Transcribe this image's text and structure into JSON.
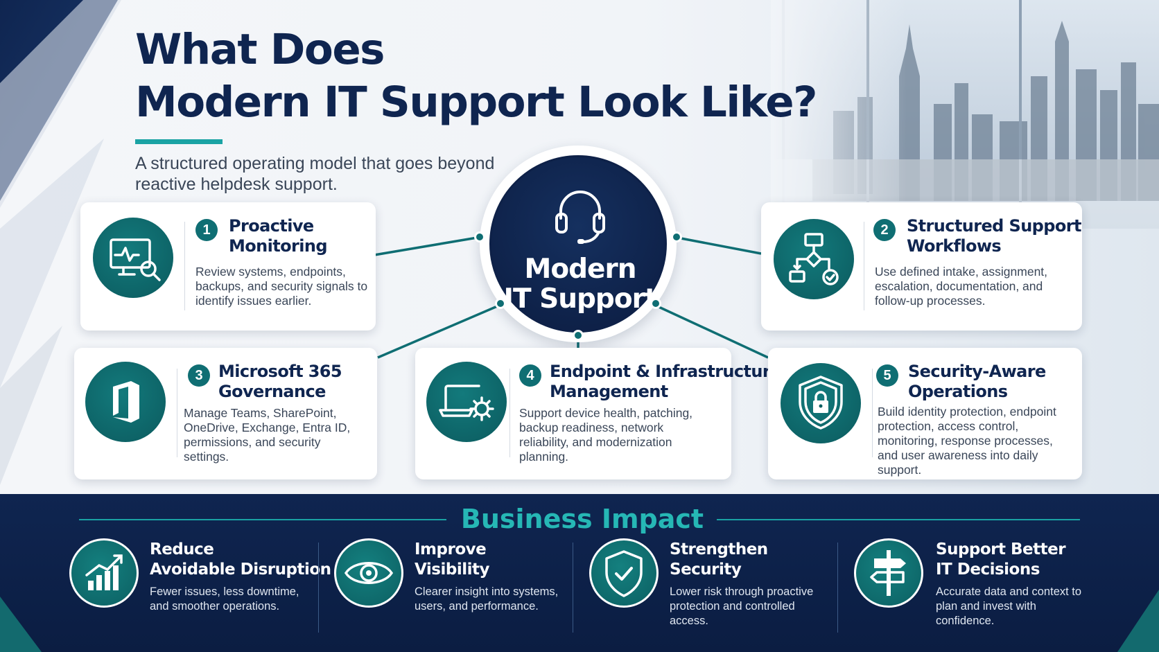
{
  "header": {
    "title_line1": "What Does",
    "title_line2": "Modern IT Support Look Like?",
    "subtitle": "A structured operating model that goes beyond reactive helpdesk support."
  },
  "hub": {
    "title": "Modern\nIT Support",
    "icon": "headset-icon"
  },
  "cards": [
    {
      "number": "1",
      "title_line1": "Proactive",
      "title_line2": "Monitoring",
      "description": "Review systems, endpoints, backups, and security signals to identify issues earlier.",
      "icon": "monitor-analytics-icon"
    },
    {
      "number": "2",
      "title_line1": "Structured Support",
      "title_line2": "Workflows",
      "description": "Use defined intake, assignment, escalation, documentation, and follow-up processes.",
      "icon": "workflow-icon"
    },
    {
      "number": "3",
      "title_line1": "Microsoft 365",
      "title_line2": "Governance",
      "description": "Manage Teams, SharePoint, OneDrive, Exchange, Entra ID, permissions, and security settings.",
      "icon": "office-icon"
    },
    {
      "number": "4",
      "title_line1": "Endpoint & Infrastructure",
      "title_line2": "Management",
      "description": "Support device health, patching, backup readiness, network reliability, and modernization planning.",
      "icon": "laptop-gear-icon"
    },
    {
      "number": "5",
      "title_line1": "Security-Aware",
      "title_line2": "Operations",
      "description": "Build identity protection, endpoint protection, access control, monitoring, response processes, and user awareness into daily support.",
      "icon": "shield-lock-icon"
    }
  ],
  "impact": {
    "title": "Business Impact",
    "items": [
      {
        "title_line1": "Reduce",
        "title_line2": "Avoidable Disruption",
        "description": "Fewer issues, less downtime, and smoother operations.",
        "icon": "growth-chart-icon"
      },
      {
        "title_line1": "Improve",
        "title_line2": "Visibility",
        "description": "Clearer insight into systems, users, and performance.",
        "icon": "eye-icon"
      },
      {
        "title_line1": "Strengthen",
        "title_line2": "Security",
        "description": "Lower risk through proactive protection and controlled access.",
        "icon": "shield-check-icon"
      },
      {
        "title_line1": "Support Better",
        "title_line2": "IT Decisions",
        "description": "Accurate data and context to plan and invest with confidence.",
        "icon": "signpost-icon"
      }
    ]
  },
  "colors": {
    "navy": "#0f2550",
    "teal": "#0f6e73",
    "accent": "#1aa3a4",
    "band": "#0f2550"
  }
}
